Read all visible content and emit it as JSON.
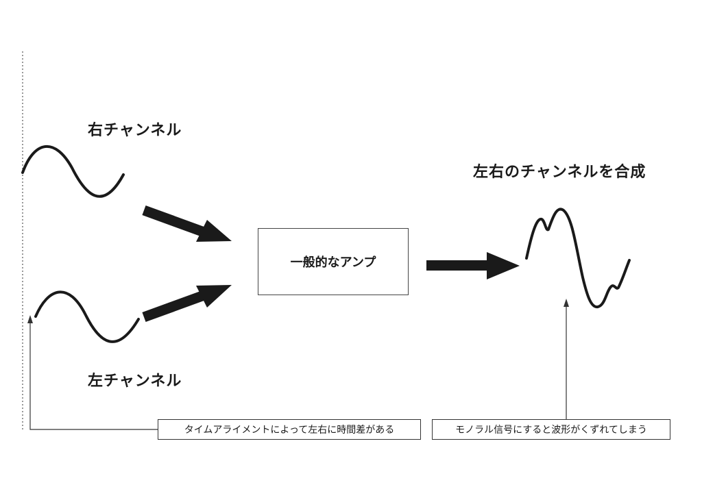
{
  "labels": {
    "right_channel": "右チャンネル",
    "left_channel": "左チャンネル",
    "combined": "左右のチャンネルを合成",
    "amp": "一般的なアンプ"
  },
  "notes": {
    "time_alignment": "タイムアライメントによって左右に時間差がある",
    "mono_signal": "モノラル信号にすると波形がくずれてしまう"
  },
  "colors": {
    "stroke": "#1a1a1a",
    "box_border": "#444444",
    "thin_line": "#333333"
  }
}
